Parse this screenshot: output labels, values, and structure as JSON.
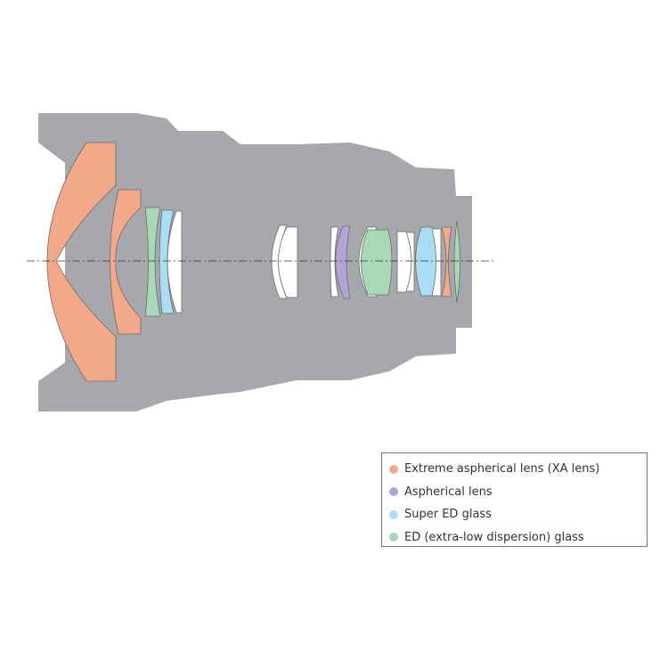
{
  "colors": {
    "barrel": "#a7a8ab",
    "xa_lens": "#f4a88a",
    "aspherical": "#b4a3d8",
    "super_ed": "#a9dcf5",
    "ed": "#a7d9b7",
    "plain": "#ffffff"
  },
  "legend": {
    "items": [
      {
        "label": "Extreme aspherical lens (XA lens)",
        "color": "#f4a88a"
      },
      {
        "label": "Aspherical lens",
        "color": "#b4a3d8"
      },
      {
        "label": "Super ED glass",
        "color": "#a9dcf5"
      },
      {
        "label": "ED (extra-low dispersion) glass",
        "color": "#a7d9b7"
      }
    ]
  }
}
